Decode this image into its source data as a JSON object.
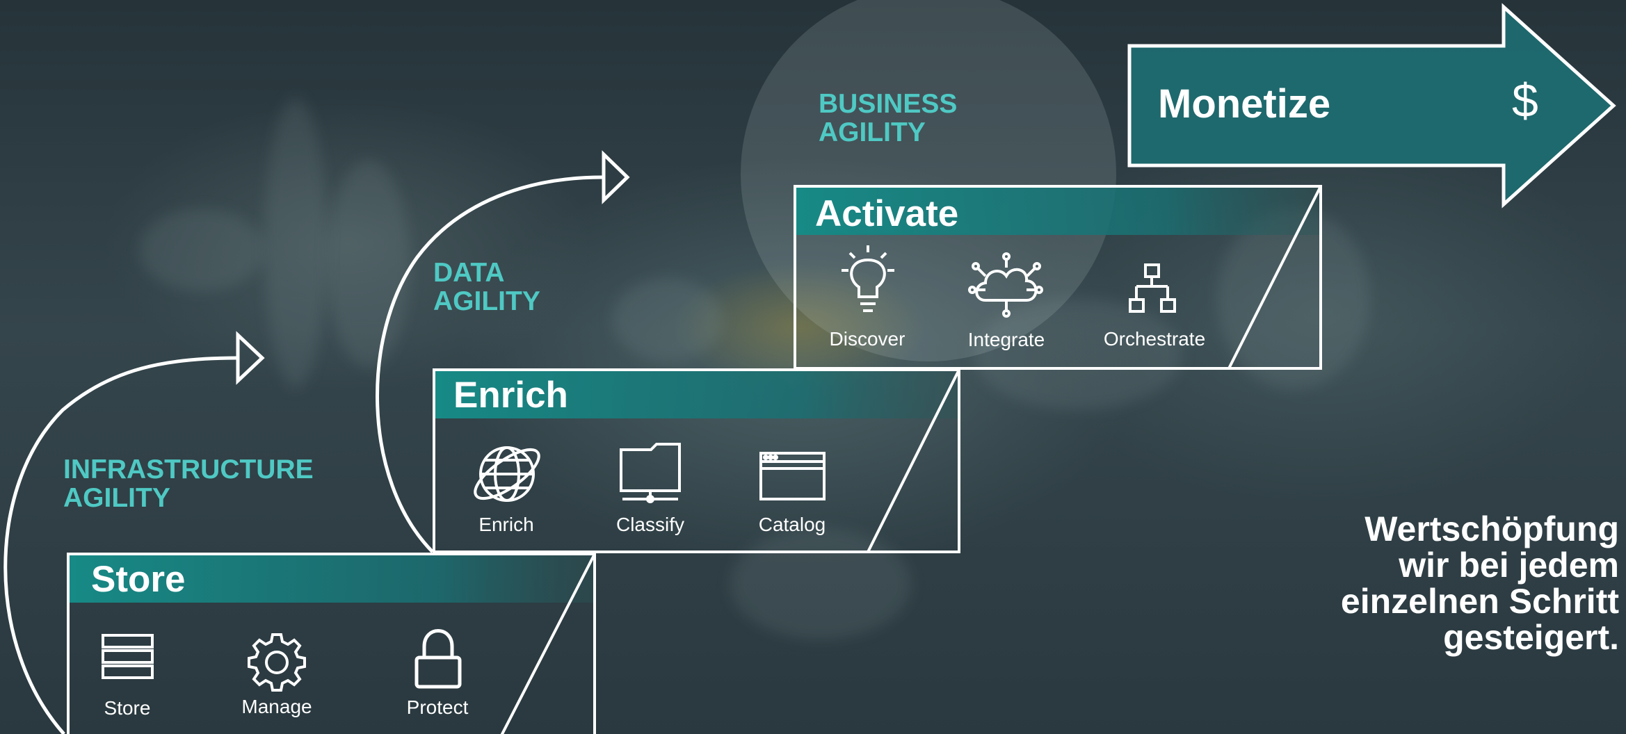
{
  "colors": {
    "accent": "#4fc9c4",
    "teal_dark": "#1b6e70",
    "teal_header": "#1d8a86",
    "white": "#ffffff"
  },
  "monetize": {
    "label": "Monetize",
    "symbol": "$"
  },
  "agility": {
    "infrastructure": [
      "INFRASTRUCTURE",
      "AGILITY"
    ],
    "data": [
      "DATA",
      "AGILITY"
    ],
    "business": [
      "BUSINESS",
      "AGILITY"
    ]
  },
  "store": {
    "title": "Store",
    "items": [
      {
        "label": "Store",
        "icon": "stack-icon"
      },
      {
        "label": "Manage",
        "icon": "gear-icon"
      },
      {
        "label": "Protect",
        "icon": "lock-icon"
      }
    ]
  },
  "enrich": {
    "title": "Enrich",
    "items": [
      {
        "label": "Enrich",
        "icon": "globe-icon"
      },
      {
        "label": "Classify",
        "icon": "folder-network-icon"
      },
      {
        "label": "Catalog",
        "icon": "browser-window-icon"
      }
    ]
  },
  "activate": {
    "title": "Activate",
    "items": [
      {
        "label": "Discover",
        "icon": "lightbulb-icon"
      },
      {
        "label": "Integrate",
        "icon": "cloud-network-icon"
      },
      {
        "label": "Orchestrate",
        "icon": "hierarchy-icon"
      }
    ]
  },
  "tagline": [
    "Wertschöpfung",
    "wir bei jedem",
    "einzelnen Schritt",
    "gesteigert."
  ]
}
